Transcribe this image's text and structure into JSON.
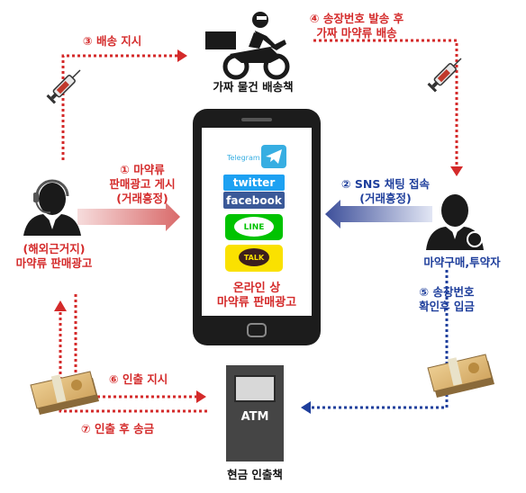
{
  "steps": {
    "s1": {
      "num": "①",
      "line1": "마약류",
      "line2": "판매광고 게시",
      "line3": "(거래흥정)"
    },
    "s2": {
      "num": "②",
      "line1": "SNS 채팅 접속",
      "line2": "(거래흥정)"
    },
    "s3": {
      "num": "③",
      "text": "배송 지시"
    },
    "s4": {
      "num": "④",
      "line1": "송장번호 발송 후",
      "line2": "가짜 마약류 배송"
    },
    "s5": {
      "num": "⑤",
      "line1": "송장번호",
      "line2": "확인후 입금"
    },
    "s6": {
      "num": "⑥",
      "text": "인출 지시"
    },
    "s7": {
      "num": "⑦",
      "text": "인출 후 송금"
    }
  },
  "actors": {
    "seller": {
      "line1": "(해외근거지)",
      "line2": "마약류 판매광고"
    },
    "buyer": {
      "label": "마약구매,투약자"
    },
    "courier": {
      "label": "가짜 물건 배송책"
    },
    "withdrawer": {
      "label": "현금 인출책"
    }
  },
  "phone": {
    "caption_line1": "온라인 상",
    "caption_line2": "마약류 판매광고",
    "apps": {
      "telegram": "Telegram",
      "twitter": "twitter",
      "facebook": "facebook",
      "line": "LINE",
      "talk": "TALK"
    }
  },
  "atm": {
    "label": "ATM"
  },
  "colors": {
    "seller_path": "#d42a2a",
    "buyer_path": "#1f3f9c",
    "phone_body": "#1c1c1c",
    "atm_body": "#454545"
  },
  "icons": [
    "syringe-icon",
    "syringe-icon",
    "motorcycle-icon",
    "person-headset-icon",
    "person-icon",
    "cash-icon",
    "cash-icon"
  ]
}
